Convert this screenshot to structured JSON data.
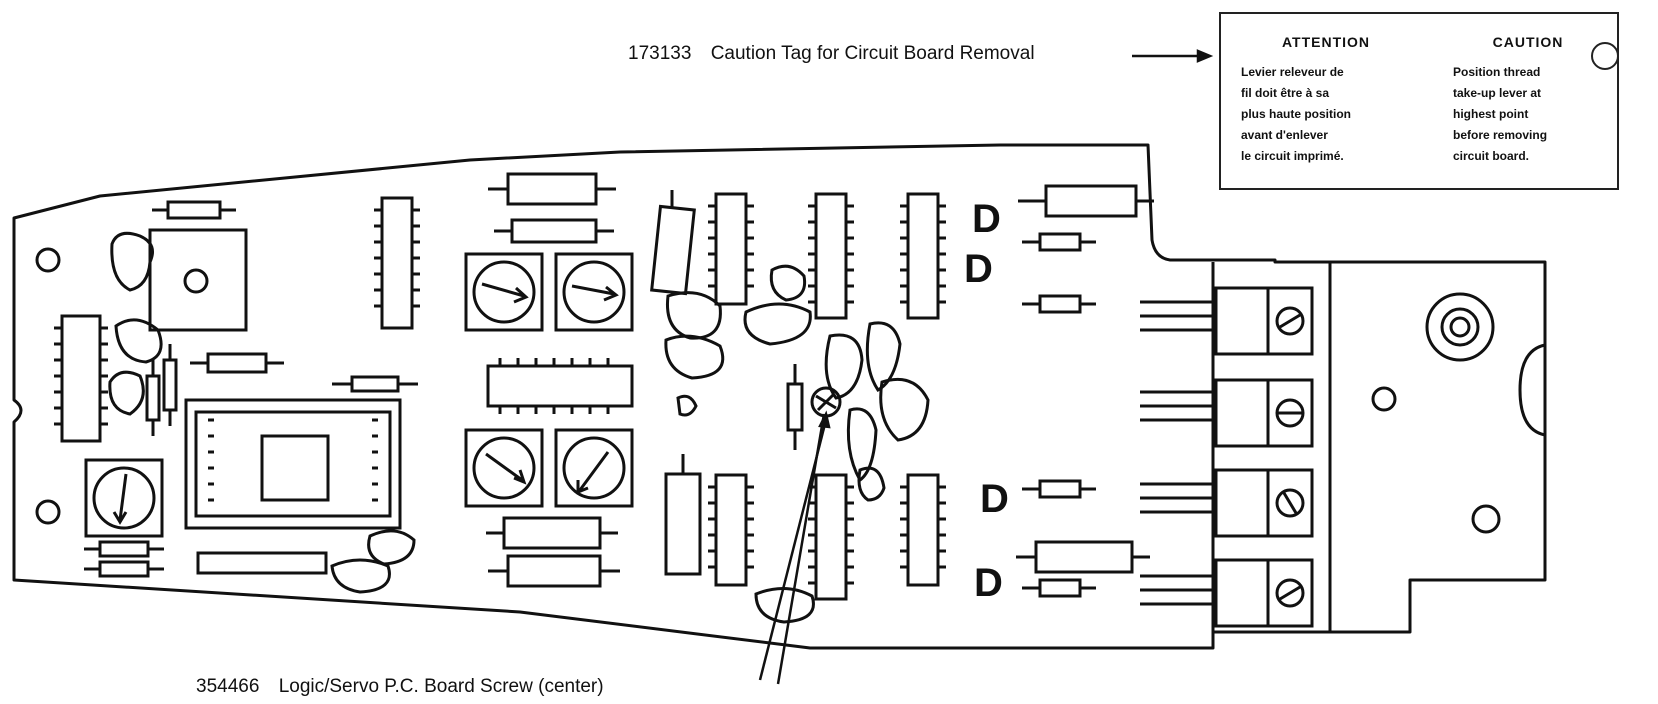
{
  "callouts": {
    "caution_tag": {
      "part_number": "173133",
      "description": "Caution Tag for Circuit Board Removal"
    },
    "board_screw": {
      "part_number": "354466",
      "description": "Logic/Servo P.C. Board Screw (center)"
    }
  },
  "caution_tag": {
    "french": {
      "heading": "ATTENTION",
      "lines": [
        "Levier releveur de",
        "fil doit être à sa",
        "plus haute position",
        "avant d'enlever",
        "le circuit imprimé."
      ]
    },
    "english": {
      "heading": "CAUTION",
      "lines": [
        "Position thread",
        "take-up lever at",
        "highest point",
        "before removing",
        "circuit board."
      ]
    }
  },
  "board_labels": [
    "D",
    "D",
    "D",
    "D"
  ],
  "colors": {
    "ink": "#111111",
    "paper": "#ffffff"
  }
}
